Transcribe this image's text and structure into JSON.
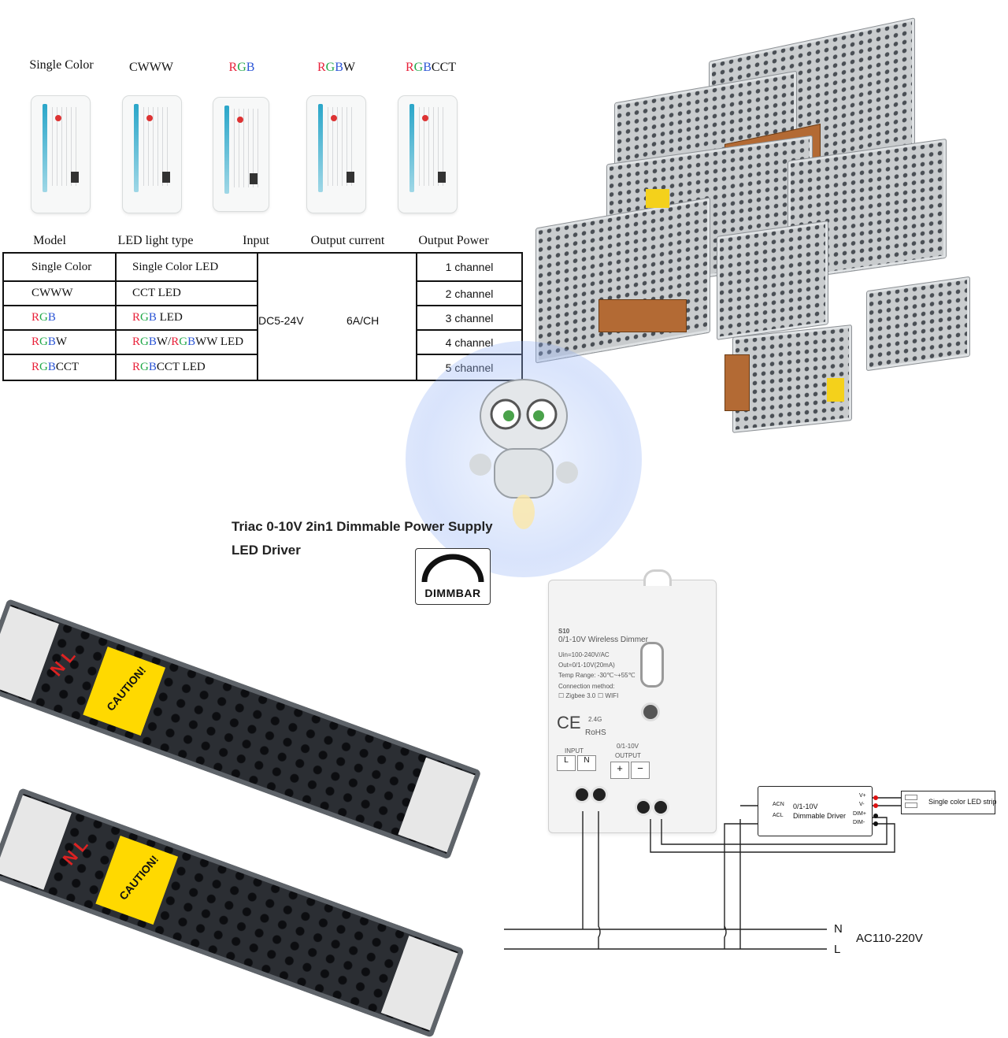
{
  "controllers": [
    {
      "name_parts": [
        {
          "t": "Single Color",
          "c": ""
        }
      ]
    },
    {
      "name_parts": [
        {
          "t": "CWWW",
          "c": ""
        }
      ]
    },
    {
      "name_parts": [
        {
          "t": "R",
          "c": "r"
        },
        {
          "t": "G",
          "c": "g"
        },
        {
          "t": "B",
          "c": "b"
        }
      ]
    },
    {
      "name_parts": [
        {
          "t": "R",
          "c": "r"
        },
        {
          "t": "G",
          "c": "g"
        },
        {
          "t": "B",
          "c": "b"
        },
        {
          "t": "W",
          "c": ""
        }
      ]
    },
    {
      "name_parts": [
        {
          "t": "R",
          "c": "r"
        },
        {
          "t": "G",
          "c": "g"
        },
        {
          "t": "B",
          "c": "b"
        },
        {
          "t": "CCT",
          "c": ""
        }
      ]
    }
  ],
  "spec_table": {
    "headers": {
      "model": "Model",
      "led_type": "LED light type",
      "input": "Input",
      "output_current": "Output current",
      "output_power": "Output Power"
    },
    "input_value": "DC5-24V",
    "current_value": "6A/CH",
    "rows": [
      {
        "model": [
          {
            "t": "Single Color",
            "c": ""
          }
        ],
        "led": [
          {
            "t": "Single Color LED",
            "c": ""
          }
        ],
        "power": "1 channel"
      },
      {
        "model": [
          {
            "t": "CWWW",
            "c": ""
          }
        ],
        "led": [
          {
            "t": "CCT LED",
            "c": ""
          }
        ],
        "power": "2 channel"
      },
      {
        "model": [
          {
            "t": "R",
            "c": "r"
          },
          {
            "t": "G",
            "c": "g"
          },
          {
            "t": "B",
            "c": "b"
          }
        ],
        "led": [
          {
            "t": "R",
            "c": "r"
          },
          {
            "t": "G",
            "c": "g"
          },
          {
            "t": "B",
            "c": "b"
          },
          {
            "t": " LED",
            "c": ""
          }
        ],
        "power": "3 channel"
      },
      {
        "model": [
          {
            "t": "R",
            "c": "r"
          },
          {
            "t": "G",
            "c": "g"
          },
          {
            "t": "B",
            "c": "b"
          },
          {
            "t": "W",
            "c": ""
          }
        ],
        "led": [
          {
            "t": "R",
            "c": "r"
          },
          {
            "t": "G",
            "c": "g"
          },
          {
            "t": "B",
            "c": "b"
          },
          {
            "t": "W/",
            "c": ""
          },
          {
            "t": "R",
            "c": "r"
          },
          {
            "t": "G",
            "c": "g"
          },
          {
            "t": "B",
            "c": "b"
          },
          {
            "t": "WW LED",
            "c": ""
          }
        ],
        "power": "4 channel"
      },
      {
        "model": [
          {
            "t": "R",
            "c": "r"
          },
          {
            "t": "G",
            "c": "g"
          },
          {
            "t": "B",
            "c": "b"
          },
          {
            "t": "CCT",
            "c": ""
          }
        ],
        "led": [
          {
            "t": "R",
            "c": "r"
          },
          {
            "t": "G",
            "c": "g"
          },
          {
            "t": "B",
            "c": "b"
          },
          {
            "t": "CCT LED",
            "c": ""
          }
        ],
        "power": "5 channel"
      }
    ]
  },
  "product_title_line1": "Triac 0-10V 2in1 Dimmable Power Supply",
  "product_title_line2": "LED Driver",
  "dimm_badge": "DIMMBAR",
  "caution_label": "CAUTION!",
  "driver_terminal_letters": "N L",
  "dimmer": {
    "model": "S10",
    "title": "0/1-10V Wireless Dimmer",
    "spec_lines": [
      "Uin=100-240V/AC",
      "Out=0/1-10V(20mA)",
      "Temp Range: -30℃~+55℃",
      "Connection method:"
    ],
    "option_zigbee": "Zigbee 3.0",
    "option_wifi": "WIFI",
    "freq": "2.4G",
    "ce": "CE",
    "rohs": "RoHS",
    "input_label": "INPUT",
    "input_l": "L",
    "input_n": "N",
    "output_label_top": "0/1-10V",
    "output_label": "OUTPUT",
    "out_plus": "+",
    "out_minus": "−"
  },
  "wiring": {
    "driver_left_acn": "ACN",
    "driver_left_acl": "ACL",
    "driver_title_1": "0/1-10V",
    "driver_title_2": "Dimmable Driver",
    "pin_vplus": "V+",
    "pin_vminus": "V-",
    "pin_dimplus": "DIM+",
    "pin_dimminus": "DIM-",
    "strip_label": "Single color LED strip",
    "line_n": "N",
    "line_l": "L",
    "mains": "AC110-220V"
  }
}
